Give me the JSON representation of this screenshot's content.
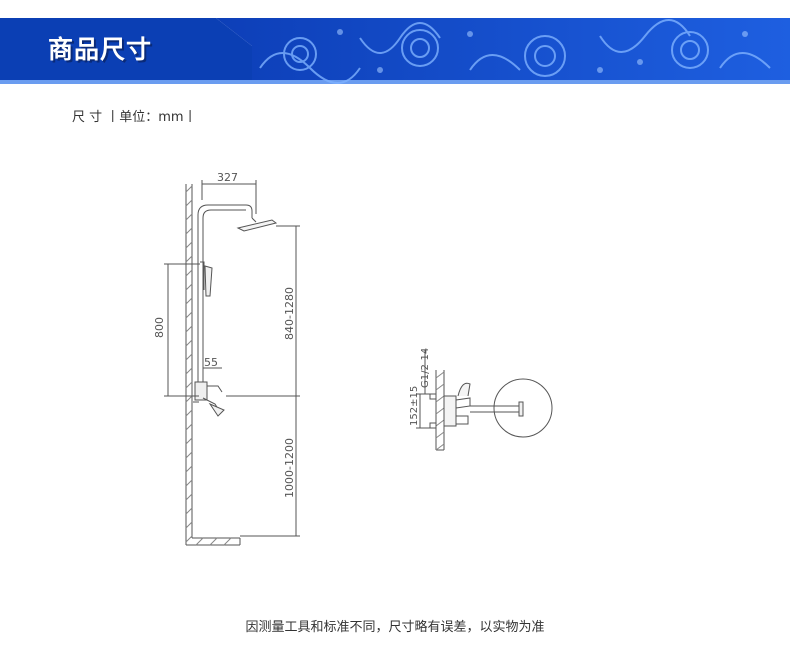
{
  "header": {
    "title": "商品尺寸",
    "accent_color": "#0b3fb4"
  },
  "dimensions_label": "尺  寸 丨单位：mm丨",
  "diagram": {
    "labels": {
      "top_width": "327",
      "shower_height": "840-1280",
      "slide_bar": "800",
      "offset": "55",
      "mixer_height": "1000-1200",
      "pipe_spacing": "152±15",
      "thread": "G1/2-14"
    }
  },
  "footer_note": "因测量工具和标准不同，尺寸略有误差，以实物为准"
}
